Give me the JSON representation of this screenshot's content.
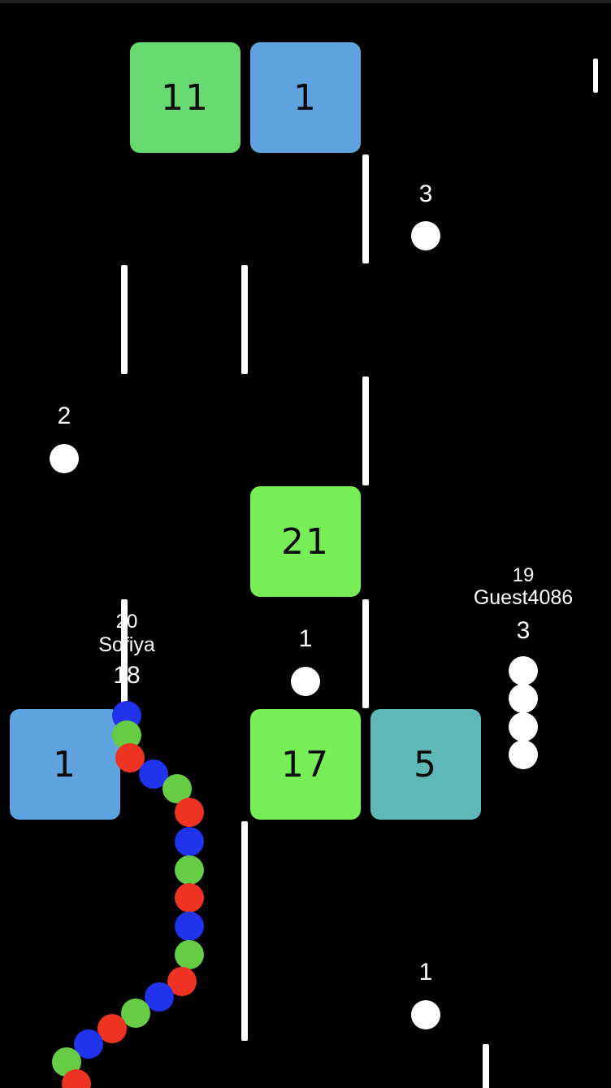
{
  "blocks": [
    {
      "value": "11",
      "color": "#66d970"
    },
    {
      "value": "1",
      "color": "#5ea3e0"
    },
    {
      "value": "21",
      "color": "#77ee55"
    },
    {
      "value": "1",
      "color": "#5ea3e0"
    },
    {
      "value": "17",
      "color": "#77ee55"
    },
    {
      "value": "5",
      "color": "#5fb8b8"
    }
  ],
  "food": [
    {
      "value": "3"
    },
    {
      "value": "2"
    },
    {
      "value": "1"
    },
    {
      "value": "1"
    }
  ],
  "players": [
    {
      "name": "Sofiya",
      "rank": "20",
      "length": "18"
    },
    {
      "name": "Guest4086",
      "rank": "19",
      "length": "3"
    }
  ],
  "colors": {
    "background": "#000000",
    "snake_red": "#ee3322",
    "snake_green": "#66cc44",
    "snake_blue": "#2233ee",
    "wall": "#ffffff"
  }
}
